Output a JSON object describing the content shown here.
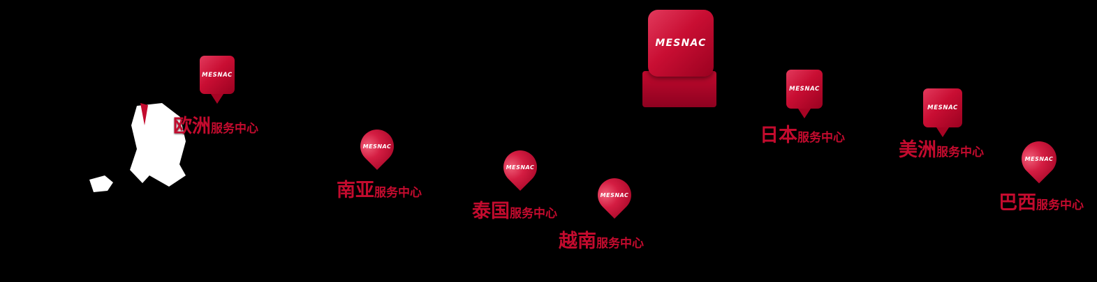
{
  "brand": {
    "name": "MESNAC",
    "accent_color": "#c30b2e",
    "pin_text_color": "#ffffff",
    "map_background_color": "#000000"
  },
  "headquarters_pin": {
    "label": "MESNAC"
  },
  "service_centers": [
    {
      "name": "europe",
      "region": "欧洲",
      "suffix": "服务中心",
      "pin_label": "MESNAC",
      "pin_style": "badge"
    },
    {
      "name": "south-asia",
      "region": "南亚",
      "suffix": "服务中心",
      "pin_label": "MESNAC",
      "pin_style": "drop"
    },
    {
      "name": "thailand",
      "region": "泰国",
      "suffix": "服务中心",
      "pin_label": "MESNAC",
      "pin_style": "drop"
    },
    {
      "name": "vietnam",
      "region": "越南",
      "suffix": "服务中心",
      "pin_label": "MESNAC",
      "pin_style": "drop"
    },
    {
      "name": "japan",
      "region": "日本",
      "suffix": "服务中心",
      "pin_label": "MESNAC",
      "pin_style": "badge"
    },
    {
      "name": "americas",
      "region": "美洲",
      "suffix": "服务中心",
      "pin_label": "MESNAC",
      "pin_style": "badge"
    },
    {
      "name": "brazil",
      "region": "巴西",
      "suffix": "服务中心",
      "pin_label": "MESNAC",
      "pin_style": "drop"
    }
  ]
}
